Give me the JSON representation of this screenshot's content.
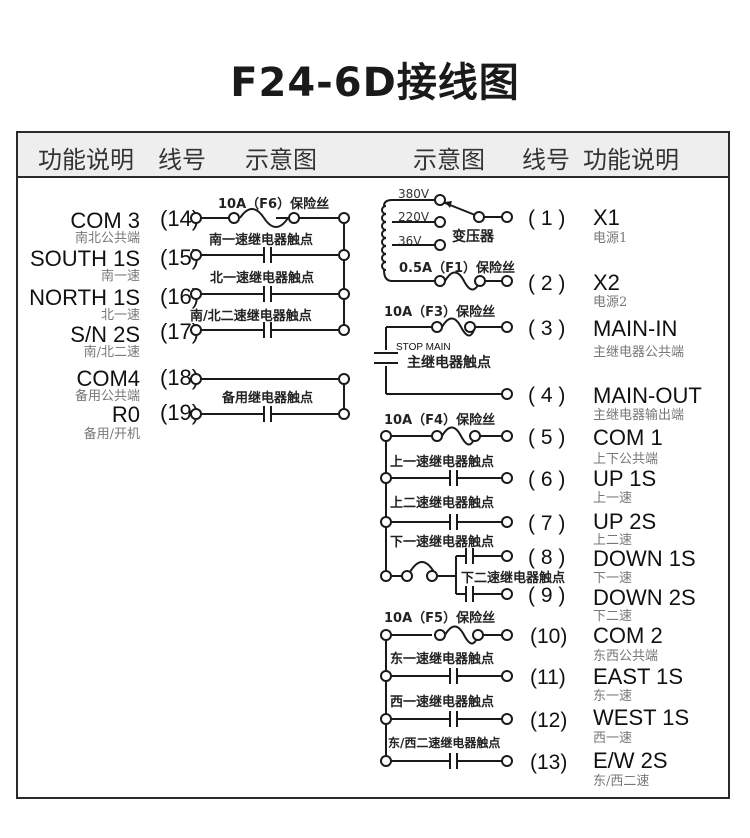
{
  "title": "F24-6D接线图",
  "header": {
    "left": [
      "功能说明",
      "线号",
      "示意图"
    ],
    "right": [
      "示意图",
      "线号",
      "功能说明"
    ]
  },
  "left_terminals": [
    {
      "num": "(14)",
      "name": "COM 3",
      "desc": "南北公共端"
    },
    {
      "num": "(15)",
      "name": "SOUTH 1S",
      "desc": "南一速"
    },
    {
      "num": "(16)",
      "name": "NORTH 1S",
      "desc": "北一速"
    },
    {
      "num": "(17)",
      "name": "S/N 2S",
      "desc": "南/北二速"
    },
    {
      "num": "(18)",
      "name": "COM4",
      "desc": "备用公共端"
    },
    {
      "num": "(19)",
      "name": "R0",
      "desc": "备用/开机"
    }
  ],
  "left_labels": {
    "fuse_f6": "10A（F6）保险丝",
    "relay_south1": "南一速继电器触点",
    "relay_north1": "北一速继电器触点",
    "relay_sn2": "南/北二速继电器触点",
    "relay_spare": "备用继电器触点"
  },
  "right_terminals": [
    {
      "num": "( 1 )",
      "name": "X1",
      "desc": "电源1"
    },
    {
      "num": "( 2 )",
      "name": "X2",
      "desc": "电源2"
    },
    {
      "num": "( 3 )",
      "name": "MAIN-IN",
      "desc": "主继电器公共端"
    },
    {
      "num": "( 4 )",
      "name": "MAIN-OUT",
      "desc": "主继电器输出端"
    },
    {
      "num": "( 5 )",
      "name": "COM 1",
      "desc": "上下公共端"
    },
    {
      "num": "( 6 )",
      "name": "UP 1S",
      "desc": "上一速"
    },
    {
      "num": "( 7 )",
      "name": "UP 2S",
      "desc": "上二速"
    },
    {
      "num": "( 8 )",
      "name": "DOWN 1S",
      "desc": "下一速"
    },
    {
      "num": "( 9 )",
      "name": "DOWN 2S",
      "desc": "下二速"
    },
    {
      "num": "(10)",
      "name": "COM 2",
      "desc": "东西公共端"
    },
    {
      "num": "(11)",
      "name": "EAST 1S",
      "desc": "东一速"
    },
    {
      "num": "(12)",
      "name": "WEST 1S",
      "desc": "西一速"
    },
    {
      "num": "(13)",
      "name": "E/W 2S",
      "desc": "东/西二速"
    }
  ],
  "right_labels": {
    "v380": "380V",
    "v220": "220V",
    "v36": "36V",
    "transformer": "变压器",
    "fuse_f1": "0.5A（F1）保险丝",
    "fuse_f3": "10A（F3）保险丝",
    "stop_main": "STOP MAIN",
    "relay_main": "主继电器触点",
    "fuse_f4": "10A（F4）保险丝",
    "relay_up1": "上一速继电器触点",
    "relay_up2": "上二速继电器触点",
    "relay_down1": "下一速继电器触点",
    "relay_down2": "下二速继电器触点",
    "fuse_f5": "10A（F5）保险丝",
    "relay_east1": "东一速继电器触点",
    "relay_west1": "西一速继电器触点",
    "relay_ew2": "东/西二速继电器触点"
  }
}
